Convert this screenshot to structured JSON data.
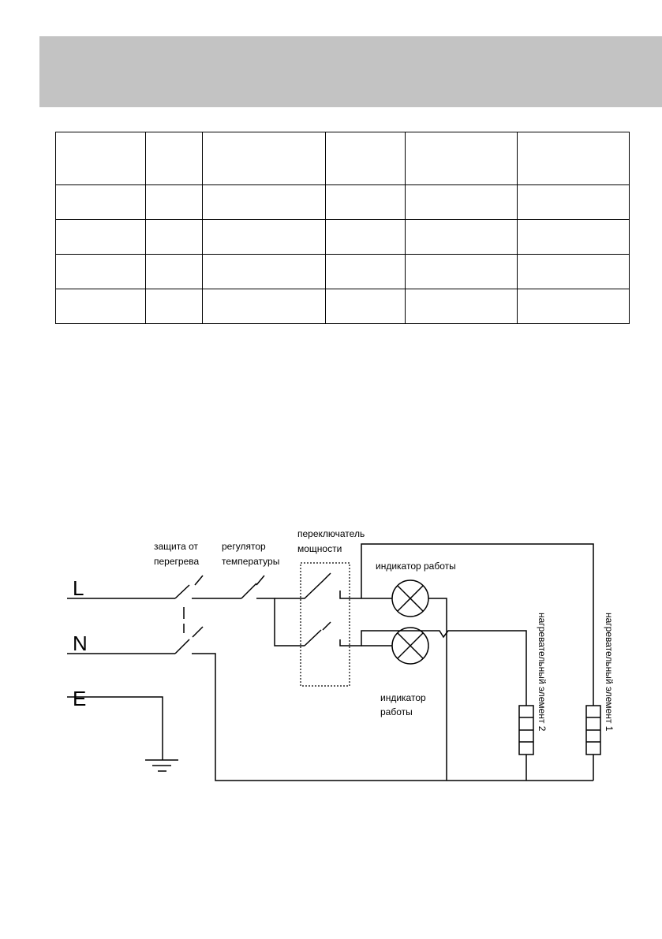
{
  "table": {
    "rows": 5,
    "cols": 6
  },
  "diagram": {
    "terminals": {
      "line": "L",
      "neutral": "N",
      "earth": "E"
    },
    "labels": {
      "overheat_1": "защита от",
      "overheat_2": "перегрева",
      "thermostat_1": "регулятор",
      "thermostat_2": "температуры",
      "power_switch_1": "переключатель",
      "power_switch_2": "мощности",
      "indicator_top": "индикатор работы",
      "indicator_bottom_1": "индикатор",
      "indicator_bottom_2": "работы",
      "heater_2": "нагревательный элемент 2",
      "heater_1": "нагревательный элемент 1"
    }
  }
}
